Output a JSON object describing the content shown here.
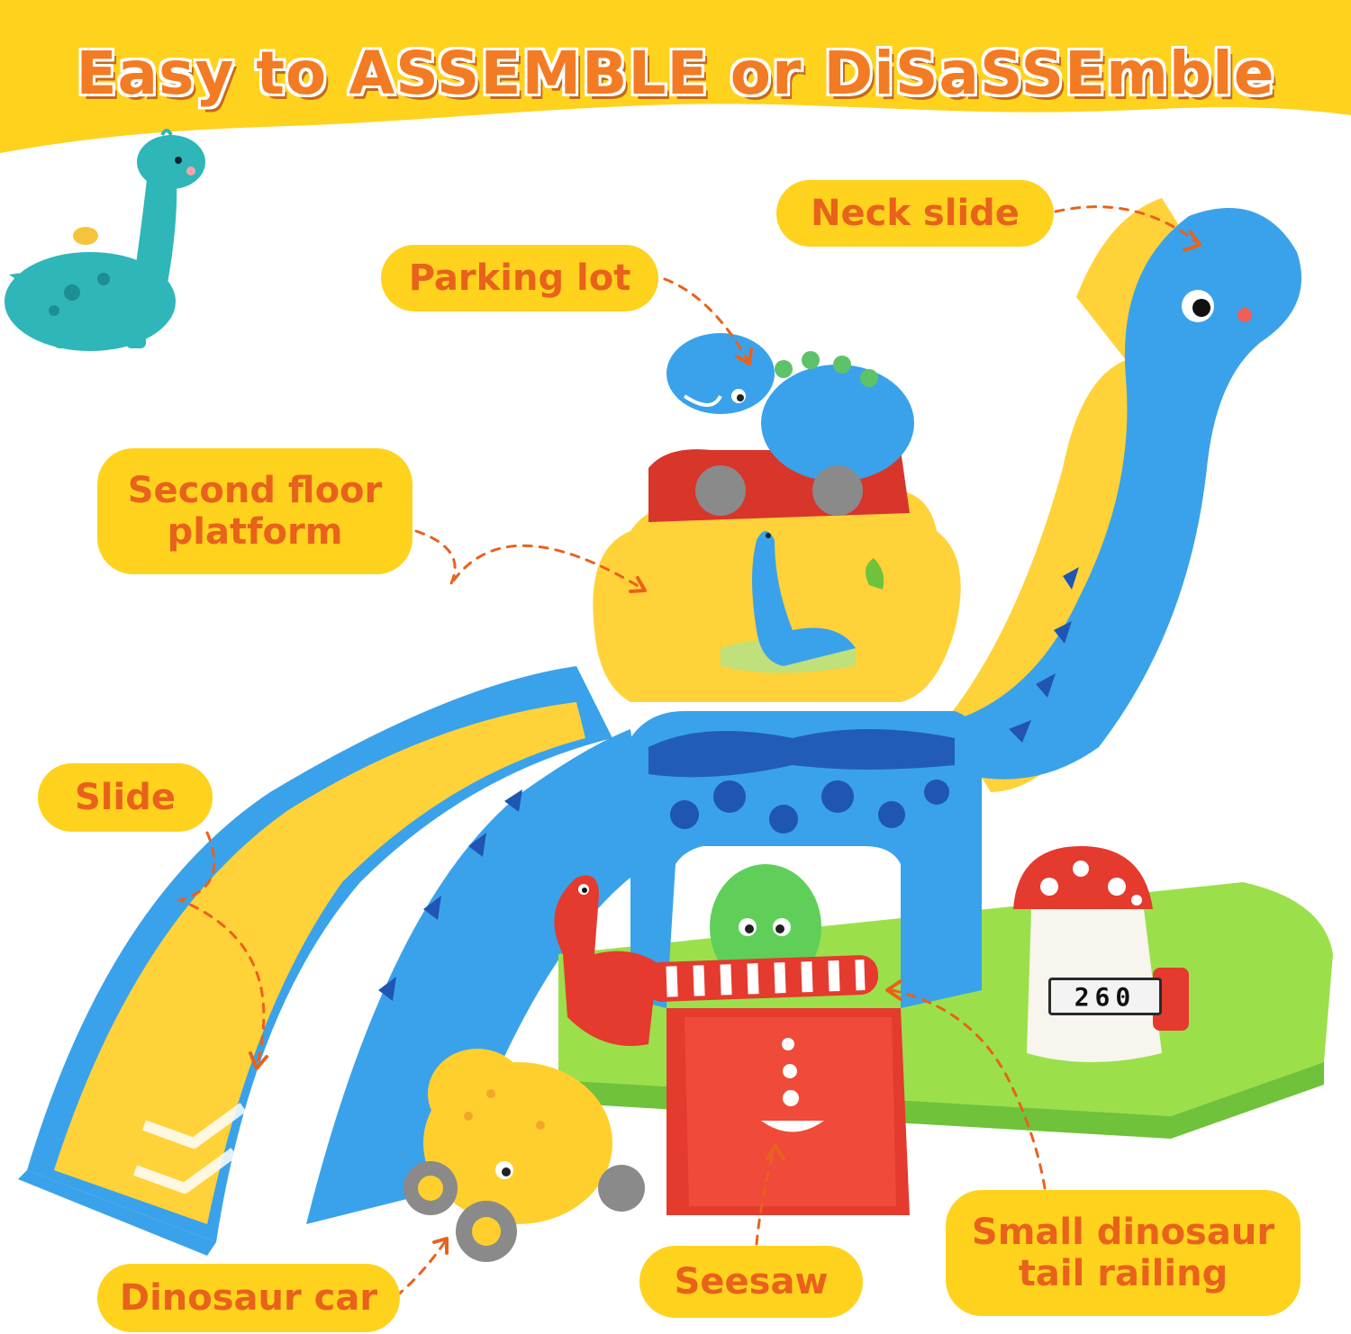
{
  "headline": "Easy to ASSEMBLE or DiSaSSEmble",
  "labels": {
    "neck_slide": "Neck slide",
    "parking_lot": "Parking lot",
    "second_floor_line1": "Second floor",
    "second_floor_line2": "platform",
    "slide": "Slide",
    "dinosaur_car": "Dinosaur car",
    "seesaw": "Seesaw",
    "tail_railing_line1": "Small dinosaur",
    "tail_railing_line2": "tail railing"
  },
  "counter_display": "260",
  "icons": {
    "corner": "brontosaurus-with-bird-icon",
    "toy": "dinosaur-parking-garage-playset"
  },
  "colors": {
    "banner": "#ffd21e",
    "label_bg": "#ffd21e",
    "label_text": "#e8621c",
    "toy_blue": "#3aa2ea",
    "toy_yellow": "#ffd23a",
    "toy_green": "#9be04a",
    "toy_red": "#e53a2e",
    "corner_dino": "#2fb6b8"
  }
}
